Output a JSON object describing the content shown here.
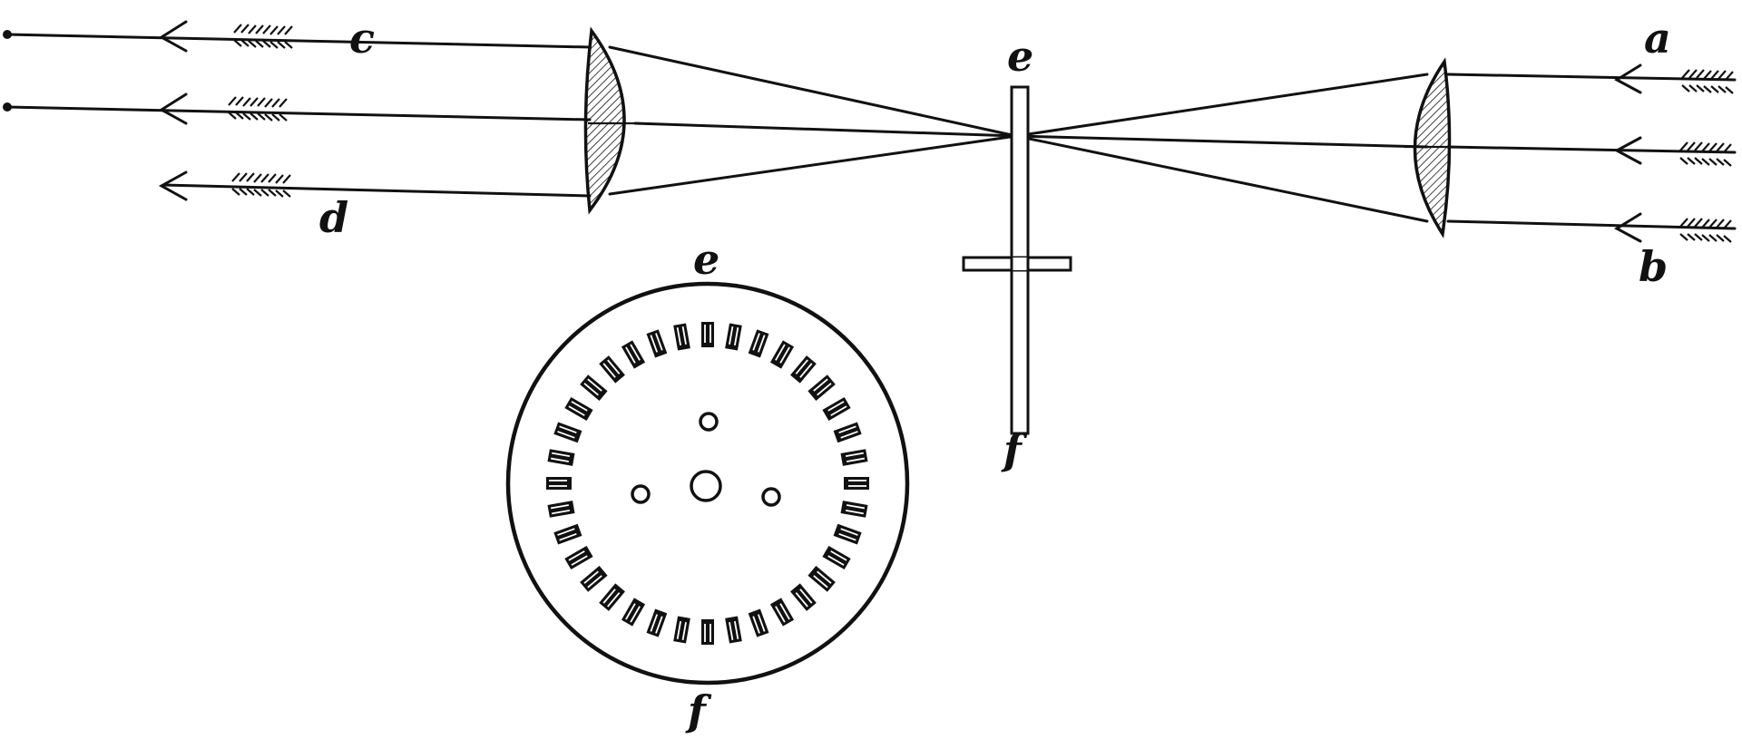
{
  "labels": {
    "c": "c",
    "d": "d",
    "e_top": "e",
    "a": "a",
    "b": "b",
    "f_shaft": "f",
    "e_disc": "e",
    "f_disc": "f"
  },
  "disc": {
    "slot_count": 36,
    "hole_count": 4
  },
  "colors": {
    "ink": "#111111",
    "paper": "#ffffff"
  }
}
